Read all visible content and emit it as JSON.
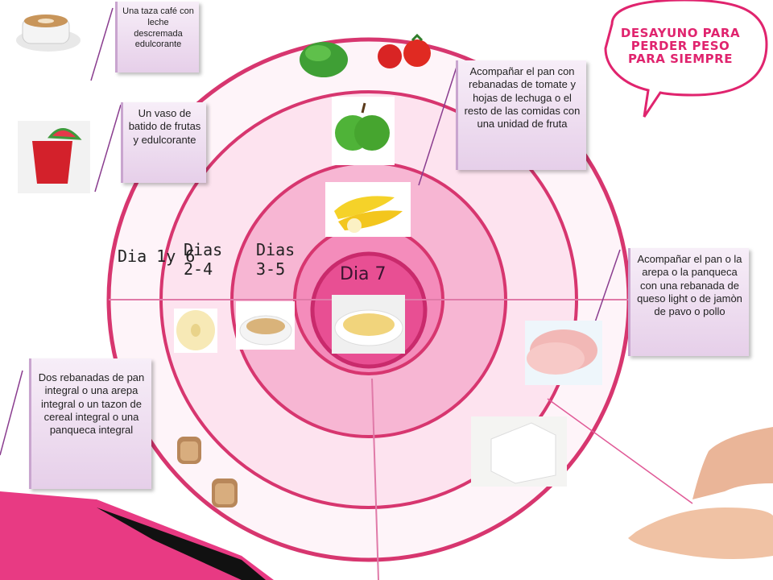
{
  "title": "DESAYUNO PARA PERDER PESO PARA SIEMPRE",
  "rings": {
    "dia_1y6": "Dia 1y 6",
    "dias_2_4": "Dias 2-4",
    "dias_3_5": "Dias 3-5",
    "dia_7": "Dia 7"
  },
  "callouts": {
    "cafe": "Una taza café con leche descremada edulcorante",
    "batido": "Un vaso de batido de frutas y edulcorante",
    "tomate_lechuga": "Acompañar el pan con rebanadas de tomate y hojas de lechuga o el resto de las comidas con una unidad de fruta",
    "queso_jamon": "Acompañar el pan o la arepa o la panqueca con una rebanada de queso light o de jamòn de pavo o pollo",
    "pan": "Dos rebanadas de pan integral o una arepa integral o un tazon de cereal integral o una panqueca integral"
  },
  "colors": {
    "outer_ring": "#fde8f2",
    "mid_ring": "#f7c6dd",
    "inner_ring": "#f3a2c8",
    "center": "#e84f93",
    "ring_stroke": "#d7366f",
    "title": "#e0246e"
  },
  "food_icons": [
    "coffee-cup",
    "watermelon-juice",
    "lettuce",
    "tomatoes",
    "green-apple",
    "bananas",
    "banana-slices",
    "cereal-bowl",
    "omelette-plate",
    "ham-slices",
    "cheese-block",
    "toast-slice",
    "toast-slice-2",
    "hand"
  ]
}
